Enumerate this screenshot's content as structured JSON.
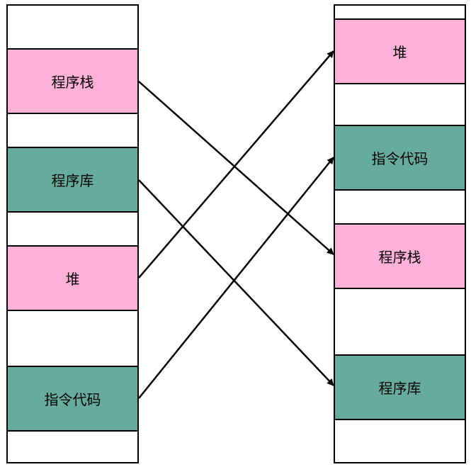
{
  "left_column": {
    "segments": [
      {
        "label": "程序栈",
        "color": "#ffb1d9"
      },
      {
        "label": "程序库",
        "color": "#67ab9f"
      },
      {
        "label": "堆",
        "color": "#ffb1d9"
      },
      {
        "label": "指令代码",
        "color": "#67ab9f"
      }
    ]
  },
  "right_column": {
    "segments": [
      {
        "label": "堆",
        "color": "#ffb1d9"
      },
      {
        "label": "指令代码",
        "color": "#67ab9f"
      },
      {
        "label": "程序栈",
        "color": "#ffb1d9"
      },
      {
        "label": "程序库",
        "color": "#67ab9f"
      }
    ]
  }
}
